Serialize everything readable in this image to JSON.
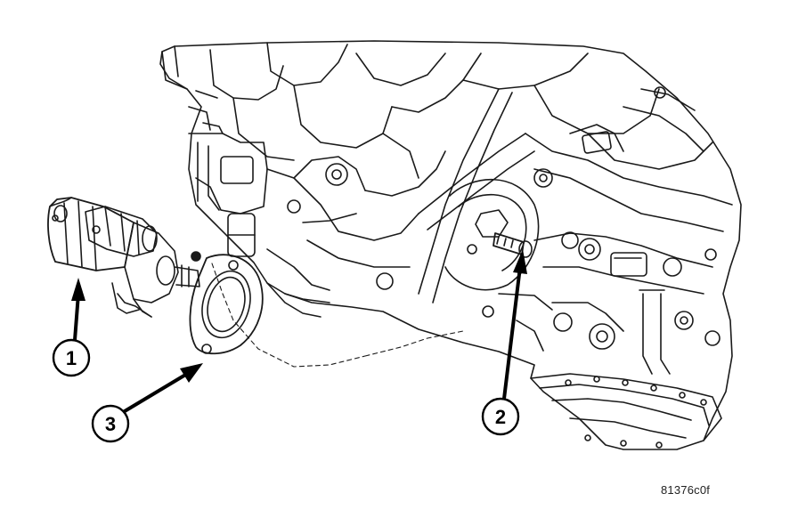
{
  "figure": {
    "id_code": "81376c0f",
    "line_color": "#1a1a1a",
    "background": "#ffffff"
  },
  "callouts": [
    {
      "number": "1",
      "target": "starter-motor"
    },
    {
      "number": "2",
      "target": "mounting-bolt"
    },
    {
      "number": "3",
      "target": "mounting-bolt-lower"
    }
  ]
}
